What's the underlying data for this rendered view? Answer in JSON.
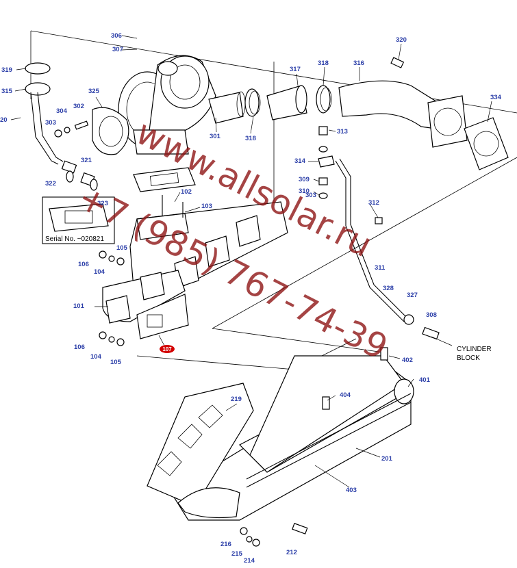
{
  "diagram": {
    "callouts": [
      "306",
      "307",
      "319",
      "315",
      "20",
      "304",
      "302",
      "303",
      "325",
      "321",
      "322",
      "323",
      "301",
      "317",
      "318",
      "318",
      "316",
      "320",
      "334",
      "313",
      "314",
      "309",
      "310",
      "312",
      "102",
      "103",
      "105",
      "106",
      "104",
      "101",
      "106",
      "104",
      "105",
      "107",
      "311",
      "328",
      "327",
      "308",
      "402",
      "401",
      "404",
      "219",
      "201",
      "403",
      "216",
      "215",
      "214",
      "212",
      "303"
    ],
    "highlighted_callout": "107",
    "notes": {
      "serial": "Serial No. ~020821",
      "cylinder_block_1": "CYLINDER",
      "cylinder_block_2": "BLOCK"
    },
    "watermark": {
      "line1": "www.allsolar.ru",
      "line2": "+7 (985) 767-74-39"
    },
    "colors": {
      "callout_text": "#2b3ea8",
      "highlight": "#d30000",
      "watermark": "#8c1010"
    }
  }
}
